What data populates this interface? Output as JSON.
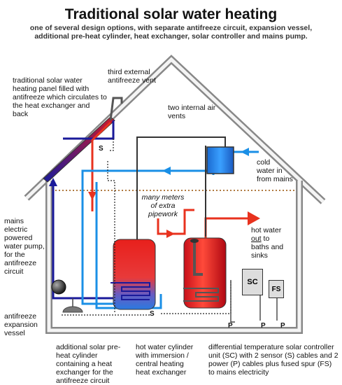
{
  "title": "Traditional solar water heating",
  "subtitle": "one of several design options, with separate antifreeze circuit, expansion vessel, additional pre-heat cylinder, heat exchanger, solar controller and mains pump.",
  "labels": {
    "panel": "traditional solar water heating panel filled with antifreeze which circulates to the heat exchanger and back",
    "third_vent": "third external antifreeze vent",
    "internal_vents": "two internal air vents",
    "cold_water_a": "cold",
    "cold_water_b": "water in",
    "cold_water_c": "from mains",
    "pipework": "many meters of extra pipework",
    "hot_water_a": "hot water",
    "hot_water_out": "out",
    "hot_water_b": " to",
    "hot_water_c": "baths and",
    "hot_water_d": "sinks",
    "pump": "mains electric powered water pump, for the antifreeze circuit",
    "expansion": "antifreeze expansion vessel",
    "preheat": "additional solar pre-heat cylinder containing a heat exchanger for the antifreeze circuit",
    "hot_cylinder": "hot water cylinder with immersion / central heating heat exchanger",
    "controller": "differential temperature solar controller unit (SC) with 2 sensor (S) cables and 2 power (P) cables plus fused spur (FS) to mains electricity"
  },
  "boxes": {
    "sc": "SC",
    "fs": "FS"
  },
  "markers": {
    "s_panel": "S",
    "s_cylinder": "S",
    "p1": "P",
    "p2": "P",
    "p3": "P"
  },
  "colors": {
    "hot": "#e8321e",
    "cold": "#1a8fe6",
    "antifreeze": "#1a1a9a",
    "house": "#777777",
    "sensor": "#222222"
  }
}
